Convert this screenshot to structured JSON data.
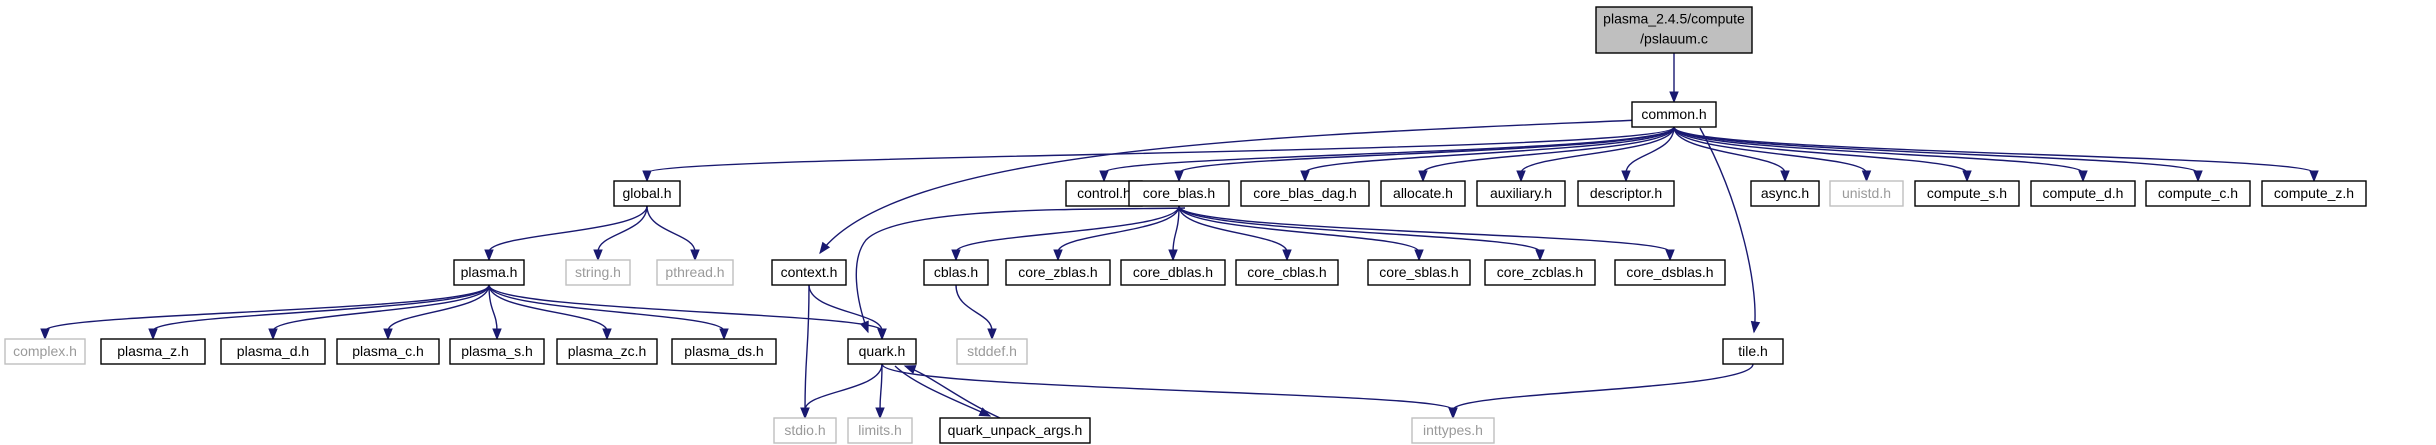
{
  "graph": {
    "root": {
      "line1": "plasma_2.4.5/compute",
      "line2": "/pslauum.c"
    },
    "nodes": [
      {
        "id": "common",
        "label": "common.h",
        "style": "normal"
      },
      {
        "id": "global",
        "label": "global.h",
        "style": "normal"
      },
      {
        "id": "control",
        "label": "control.h",
        "style": "normal"
      },
      {
        "id": "core_blas",
        "label": "core_blas.h",
        "style": "normal"
      },
      {
        "id": "core_blas_dag",
        "label": "core_blas_dag.h",
        "style": "normal"
      },
      {
        "id": "allocate",
        "label": "allocate.h",
        "style": "normal"
      },
      {
        "id": "auxiliary",
        "label": "auxiliary.h",
        "style": "normal"
      },
      {
        "id": "descriptor",
        "label": "descriptor.h",
        "style": "normal"
      },
      {
        "id": "async",
        "label": "async.h",
        "style": "normal"
      },
      {
        "id": "unistd",
        "label": "unistd.h",
        "style": "system"
      },
      {
        "id": "compute_s",
        "label": "compute_s.h",
        "style": "normal"
      },
      {
        "id": "compute_d",
        "label": "compute_d.h",
        "style": "normal"
      },
      {
        "id": "compute_c",
        "label": "compute_c.h",
        "style": "normal"
      },
      {
        "id": "compute_z",
        "label": "compute_z.h",
        "style": "normal"
      },
      {
        "id": "plasma",
        "label": "plasma.h",
        "style": "normal"
      },
      {
        "id": "string",
        "label": "string.h",
        "style": "system"
      },
      {
        "id": "pthread",
        "label": "pthread.h",
        "style": "system"
      },
      {
        "id": "context",
        "label": "context.h",
        "style": "normal"
      },
      {
        "id": "cblas",
        "label": "cblas.h",
        "style": "normal"
      },
      {
        "id": "core_zblas",
        "label": "core_zblas.h",
        "style": "normal"
      },
      {
        "id": "core_dblas",
        "label": "core_dblas.h",
        "style": "normal"
      },
      {
        "id": "core_cblas",
        "label": "core_cblas.h",
        "style": "normal"
      },
      {
        "id": "core_sblas",
        "label": "core_sblas.h",
        "style": "normal"
      },
      {
        "id": "core_zcblas",
        "label": "core_zcblas.h",
        "style": "normal"
      },
      {
        "id": "core_dsblas",
        "label": "core_dsblas.h",
        "style": "normal"
      },
      {
        "id": "complex",
        "label": "complex.h",
        "style": "system"
      },
      {
        "id": "plasma_z",
        "label": "plasma_z.h",
        "style": "normal"
      },
      {
        "id": "plasma_d",
        "label": "plasma_d.h",
        "style": "normal"
      },
      {
        "id": "plasma_c",
        "label": "plasma_c.h",
        "style": "normal"
      },
      {
        "id": "plasma_s",
        "label": "plasma_s.h",
        "style": "normal"
      },
      {
        "id": "plasma_zc",
        "label": "plasma_zc.h",
        "style": "normal"
      },
      {
        "id": "plasma_ds",
        "label": "plasma_ds.h",
        "style": "normal"
      },
      {
        "id": "quark",
        "label": "quark.h",
        "style": "normal"
      },
      {
        "id": "stddef",
        "label": "stddef.h",
        "style": "system"
      },
      {
        "id": "tile",
        "label": "tile.h",
        "style": "normal"
      },
      {
        "id": "stdio",
        "label": "stdio.h",
        "style": "system"
      },
      {
        "id": "limits",
        "label": "limits.h",
        "style": "system"
      },
      {
        "id": "quark_unpack_args",
        "label": "quark_unpack_args.h",
        "style": "normal"
      },
      {
        "id": "inttypes",
        "label": "inttypes.h",
        "style": "system"
      }
    ],
    "edges": [
      [
        "root",
        "common"
      ],
      [
        "common",
        "global"
      ],
      [
        "common",
        "context"
      ],
      [
        "common",
        "control"
      ],
      [
        "common",
        "core_blas"
      ],
      [
        "common",
        "core_blas_dag"
      ],
      [
        "common",
        "allocate"
      ],
      [
        "common",
        "auxiliary"
      ],
      [
        "common",
        "descriptor"
      ],
      [
        "common",
        "tile"
      ],
      [
        "common",
        "async"
      ],
      [
        "common",
        "unistd"
      ],
      [
        "common",
        "compute_s"
      ],
      [
        "common",
        "compute_d"
      ],
      [
        "common",
        "compute_c"
      ],
      [
        "common",
        "compute_z"
      ],
      [
        "global",
        "plasma"
      ],
      [
        "global",
        "string"
      ],
      [
        "global",
        "pthread"
      ],
      [
        "plasma",
        "complex"
      ],
      [
        "plasma",
        "plasma_z"
      ],
      [
        "plasma",
        "plasma_d"
      ],
      [
        "plasma",
        "plasma_c"
      ],
      [
        "plasma",
        "plasma_s"
      ],
      [
        "plasma",
        "plasma_zc"
      ],
      [
        "plasma",
        "plasma_ds"
      ],
      [
        "plasma",
        "quark"
      ],
      [
        "context",
        "quark"
      ],
      [
        "context",
        "stdio"
      ],
      [
        "core_blas",
        "quark"
      ],
      [
        "core_blas",
        "cblas"
      ],
      [
        "core_blas",
        "core_zblas"
      ],
      [
        "core_blas",
        "core_dblas"
      ],
      [
        "core_blas",
        "core_cblas"
      ],
      [
        "core_blas",
        "core_sblas"
      ],
      [
        "core_blas",
        "core_zcblas"
      ],
      [
        "core_blas",
        "core_dsblas"
      ],
      [
        "cblas",
        "stddef"
      ],
      [
        "quark",
        "stdio"
      ],
      [
        "quark",
        "limits"
      ],
      [
        "quark",
        "quark_unpack_args"
      ],
      [
        "quark",
        "inttypes"
      ],
      [
        "quark_unpack_args",
        "quark"
      ],
      [
        "tile",
        "inttypes"
      ]
    ],
    "colors": {
      "edge": "#191970",
      "node_border": "#000000",
      "system_border": "#bfbfbf",
      "system_text": "#9a9a9a",
      "root_fill": "#bfbfbf"
    }
  }
}
